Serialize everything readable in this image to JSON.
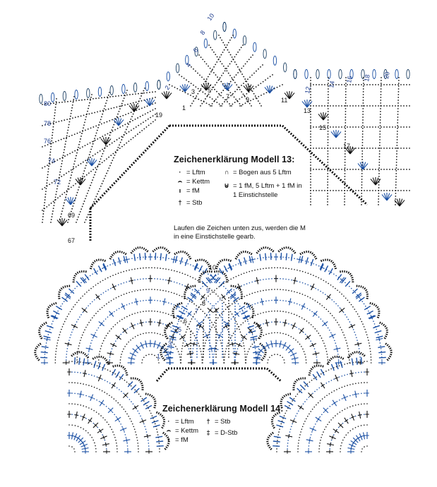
{
  "model13": {
    "legend_title": "Zeichenerklärung Modell 13:",
    "legend": [
      {
        "icon": "chain-dot-icon",
        "text": "= Lftm"
      },
      {
        "icon": "slip-stitch-icon",
        "text": "= Kettm"
      },
      {
        "icon": "single-crochet-icon",
        "text": "= fM"
      },
      {
        "icon": "treble-icon",
        "text": "= Stb"
      }
    ],
    "legend_right": [
      {
        "icon": "arch-icon",
        "text": "= Bogen aus 5 Lftm"
      },
      {
        "icon": "picot-arch-icon",
        "text": "= 1 fM, 5 Lftm + 1 fM in"
      },
      {
        "icon": "",
        "text": "1 Einstichstelle"
      }
    ],
    "note_line1": "Laufen die Zeichen unten zus, werden die M",
    "note_line2": "in eine Einstichstelle gearb.",
    "row_numbers_left": [
      "80",
      "78",
      "76",
      "74",
      "72",
      "69",
      "67"
    ],
    "row_numbers_top": [
      "10",
      "8",
      "6",
      "4",
      "2"
    ],
    "row_numbers_inner": [
      "1",
      "3",
      "5",
      "7",
      "9",
      "11",
      "13",
      "15",
      "17",
      "19"
    ],
    "row_numbers_right": [
      "12",
      "14",
      "16",
      "18",
      "20"
    ]
  },
  "model14": {
    "legend_title": "Zeichenerklärung Modell 14:",
    "legend": [
      {
        "icon": "chain-dot-icon",
        "text": "= Lftm"
      },
      {
        "icon": "slip-stitch-icon",
        "text": "= Kettm"
      },
      {
        "icon": "single-crochet-icon",
        "text": "= fM"
      }
    ],
    "legend_right": [
      {
        "icon": "treble-icon",
        "text": "= Stb"
      },
      {
        "icon": "double-treble-icon",
        "text": "= D-Stb"
      }
    ],
    "row_numbers": [
      "1",
      "2",
      "3",
      "4",
      "5",
      "6",
      "7",
      "8",
      "9",
      "10"
    ]
  },
  "colors": {
    "blue": "#1a4fa3",
    "black": "#111111"
  }
}
